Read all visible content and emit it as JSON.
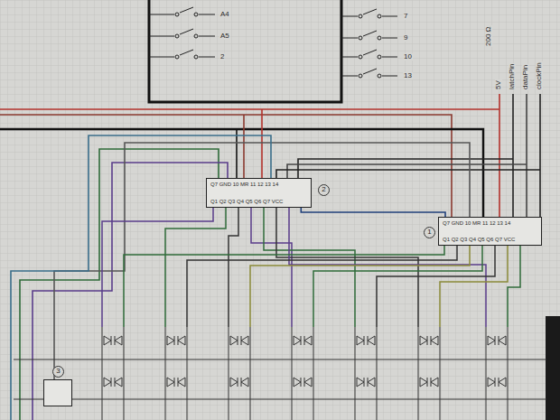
{
  "diagram": {
    "nodes": [
      {
        "text": [
          "2",
          "Q7 GND 10 MR 11 12 13 14",
          "Q1 Q2 Q3 Q4 Q5 Q6 Q7 VCC"
        ]
      },
      {
        "text": [
          "1",
          "Q7 GND 10 MR 11 12 13 14",
          "Q1 Q2 Q3 Q4 Q5 Q6 Q7 VCC"
        ]
      },
      {
        "text": [
          "3"
        ]
      }
    ],
    "edges": [
      {
        "from": 0,
        "to": 1,
        "arrow": "none"
      }
    ],
    "labels": [
      "A4",
      "A5",
      "2",
      "7",
      "9",
      "10",
      "13",
      "200 Ω",
      "5V",
      "latchPin",
      "dataPin",
      "clockPin"
    ]
  }
}
